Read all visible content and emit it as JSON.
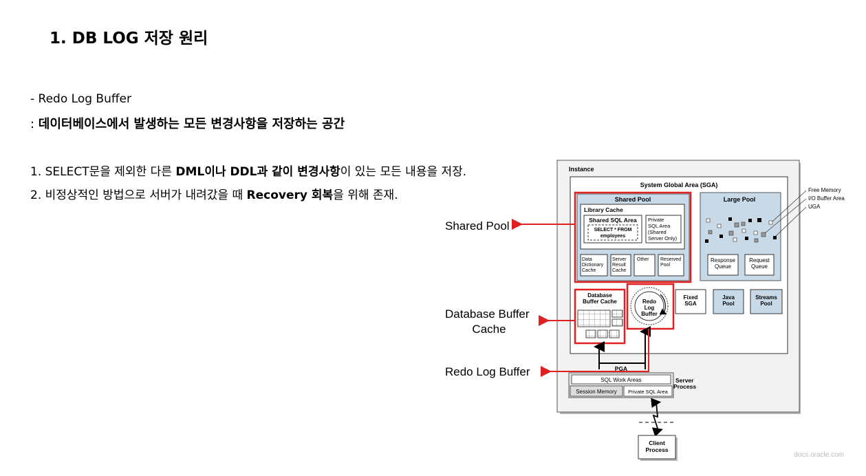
{
  "heading": "1. DB LOG 저장 원리",
  "definition": {
    "term": "- Redo Log Buffer",
    "prefix": ": ",
    "text": "데이터베이스에서 발생하는 모든 변경사항을 저장하는 공간"
  },
  "points": [
    {
      "num": "1. ",
      "pre": "SELECT문을 제외한 다른 ",
      "bold": "DML이나 DDL과 같이 변경사항",
      "post": "이 있는 모든 내용을 저장."
    },
    {
      "num": "2. ",
      "pre": "비정상적인 방법으로 서버가 내려갔을 때 ",
      "bold": "Recovery 회복",
      "post": "을 위해 존재."
    }
  ],
  "diagram": {
    "callouts": {
      "shared_pool": "Shared Pool",
      "buffer_cache_line1": "Database Buffer",
      "buffer_cache_line2": "Cache",
      "redo_log_buffer": "Redo Log Buffer"
    },
    "instance": "Instance",
    "sga": "System Global Area (SGA)",
    "shared_pool": "Shared Pool",
    "library_cache": "Library Cache",
    "shared_sql_area": "Shared SQL Area",
    "sql_line1": "SELECT * FROM",
    "sql_line2": "employees",
    "private_sql": [
      "Private",
      "SQL Area",
      "(Shared",
      "Server Only)"
    ],
    "data_dictionary": [
      "Data",
      "Dictionary",
      "Cache"
    ],
    "server_result": [
      "Server",
      "Result",
      "Cache"
    ],
    "other": "Other",
    "reserved": [
      "Reserved",
      "Pool"
    ],
    "large_pool": "Large Pool",
    "response_queue": [
      "Response",
      "Queue"
    ],
    "request_queue": [
      "Request",
      "Queue"
    ],
    "legend": [
      "Free Memory",
      "I/O Buffer Area",
      "UGA"
    ],
    "db_buffer_cache": [
      "Database",
      "Buffer Cache"
    ],
    "redo_log": [
      "Redo",
      "Log",
      "Buffer"
    ],
    "fixed_sga": [
      "Fixed",
      "SGA"
    ],
    "java_pool": [
      "Java",
      "Pool"
    ],
    "streams_pool": [
      "Streams",
      "Pool"
    ],
    "pga": "PGA",
    "sql_work_areas": "SQL Work Areas",
    "session_memory": "Session Memory",
    "private_sql_area": "Private SQL Area",
    "server_process": [
      "Server",
      "Process"
    ],
    "client_process": [
      "Client",
      "Process"
    ],
    "source": "docs.oracle.com"
  }
}
